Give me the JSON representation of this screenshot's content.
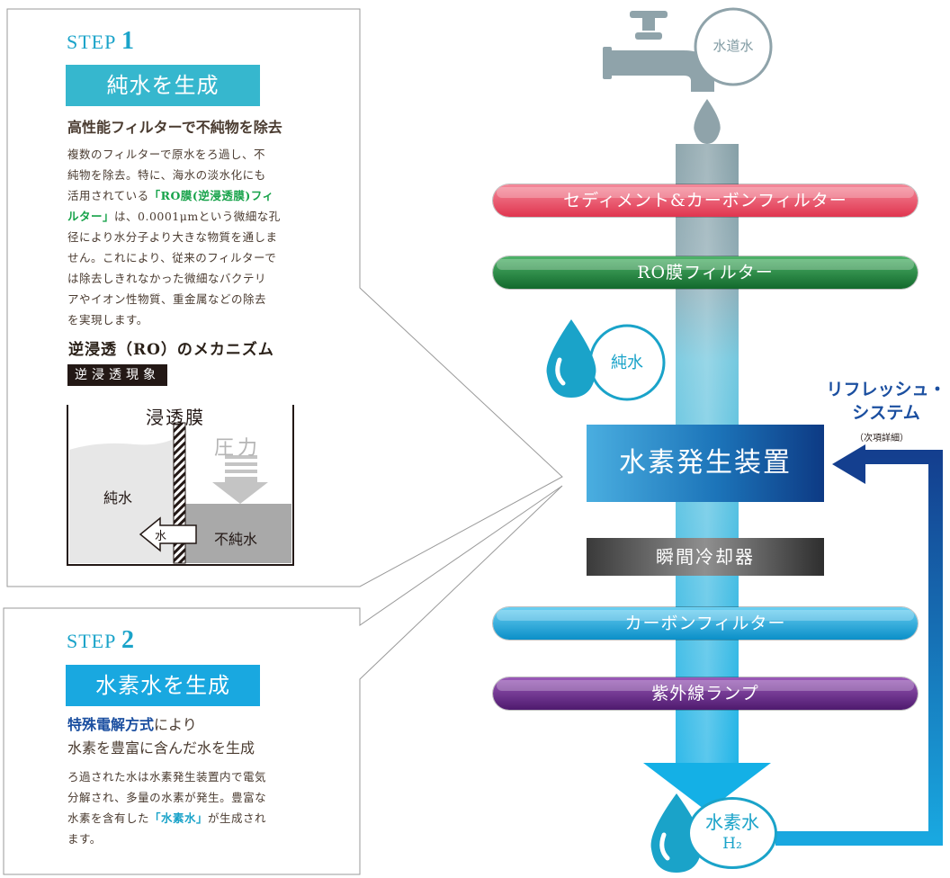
{
  "step1": {
    "step_label": "STEP",
    "step_number": "1",
    "title": "純水を生成",
    "subheading": "高性能フィルターで不純物を除去",
    "body_lines": [
      "複数のフィルターで原水をろ過し、不",
      "純物を除去。特に、海水の淡水化にも",
      "活用されている",
      "「RO膜(逆浸透膜)フィ",
      "ルター」",
      "は、0.0001μmという微細な孔",
      "径により水分子より大きな物質を通しま",
      "せん。これにより、従来のフィルターで",
      "は除去しきれなかった微細なバクテリ",
      "アやイオン性物質、重金属などの除去",
      "を実現します。"
    ],
    "mechanism_title": "逆浸透（RO）のメカニズム",
    "mechanism_tag": "逆浸透現象",
    "diagram": {
      "membrane_label": "浸透膜",
      "pressure_label": "圧力",
      "pure_water_label": "純水",
      "impure_water_label": "不純水",
      "water_arrow_label": "水"
    }
  },
  "step2": {
    "step_label": "STEP",
    "step_number": "2",
    "title": "水素水を生成",
    "subheading_highlight": "特殊電解方式",
    "subheading_rest": "により",
    "subheading_line2": "水素を豊富に含んだ水を生成",
    "body_line1": "ろ過された水は水素発生装置内で電気",
    "body_line2": "分解され、多量の水素が発生。豊富な",
    "body_line3_pre": "水素を含有した",
    "body_line3_highlight": "「水素水」",
    "body_line3_post": "が生成され",
    "body_line4": "ます。"
  },
  "flow": {
    "tap_water_label": "水道水",
    "pure_water_label": "純水",
    "hydrogen_water_label": "水素水",
    "h2_label": "H₂",
    "filters": [
      {
        "label": "セディメント&カーボンフィルター",
        "color": "#e94a63"
      },
      {
        "label": "RO膜フィルター",
        "color": "#1f8a3e"
      },
      {
        "label": "カーボンフィルター",
        "color": "#19a8e0"
      },
      {
        "label": "紫外線ランプ",
        "color": "#6a2a8a"
      }
    ],
    "generator_label": "水素発生装置",
    "cooler_label": "瞬間冷却器",
    "refresh_line1": "リフレッシュ・",
    "refresh_line2": "システム",
    "refresh_note": "（次項詳細）"
  },
  "colors": {
    "cyan": "#1aa3c9",
    "navy": "#1b4fa0",
    "gray_pipe": "#8fa3aa"
  }
}
